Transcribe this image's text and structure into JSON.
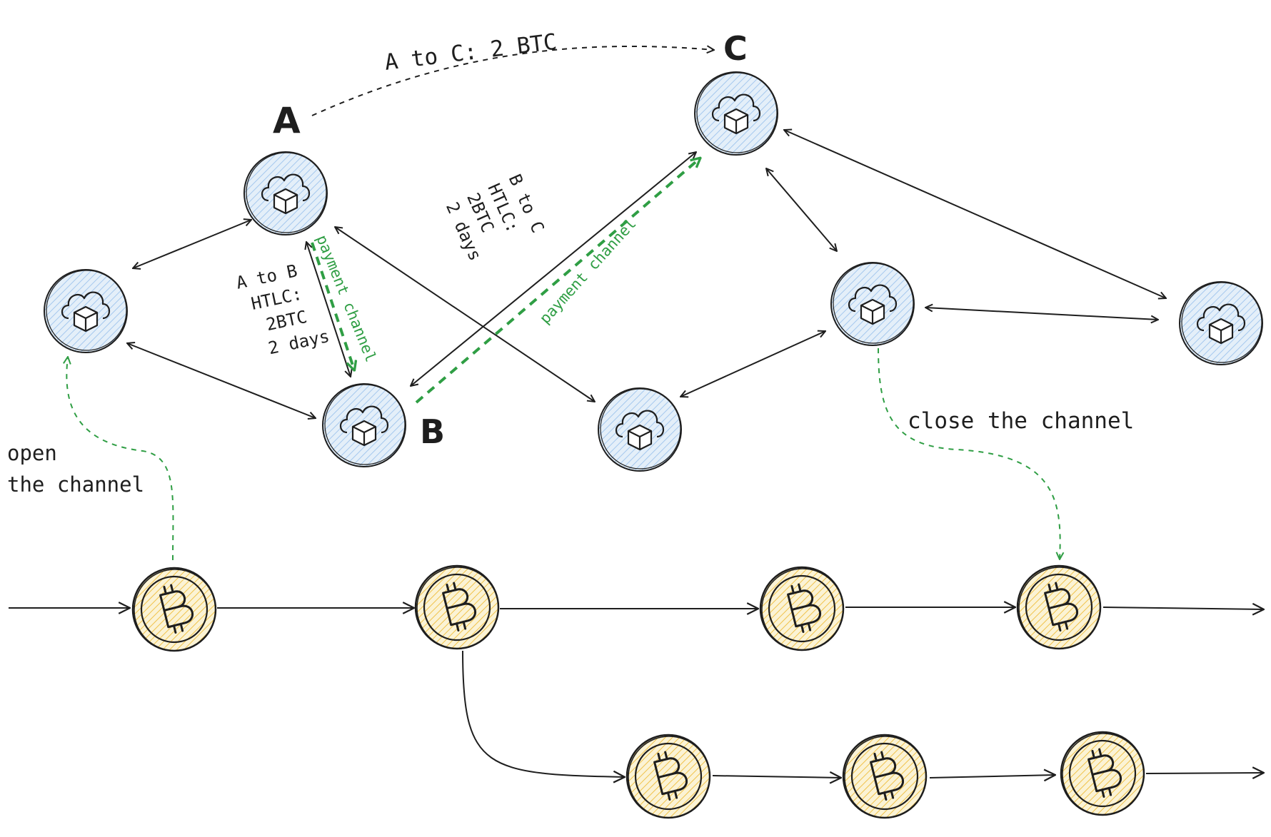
{
  "labels": {
    "node_a": "A",
    "node_b": "B",
    "node_c": "C",
    "a_to_c": "A to C: 2 BTC",
    "a_to_b": [
      "A to B",
      "HTLC:",
      "2BTC",
      "2 days"
    ],
    "b_to_c": [
      "B to C",
      "HTLC:",
      "2BTC",
      "2 days"
    ],
    "payment_channel_ab": "payment channel",
    "payment_channel_bc": "payment channel",
    "open_channel": [
      "open",
      "the channel"
    ],
    "close_channel": "close the channel"
  },
  "icons": {
    "node": "cloud-cube-icon",
    "block": "bitcoin-icon"
  },
  "colors": {
    "ink": "#1e1e1e",
    "green": "#2f9e44",
    "node_fill": "#d0e4f5",
    "node_hatch": "#a5c8ee",
    "coin_fill": "#fbf0cc",
    "coin_hatch": "#f0c24a"
  }
}
